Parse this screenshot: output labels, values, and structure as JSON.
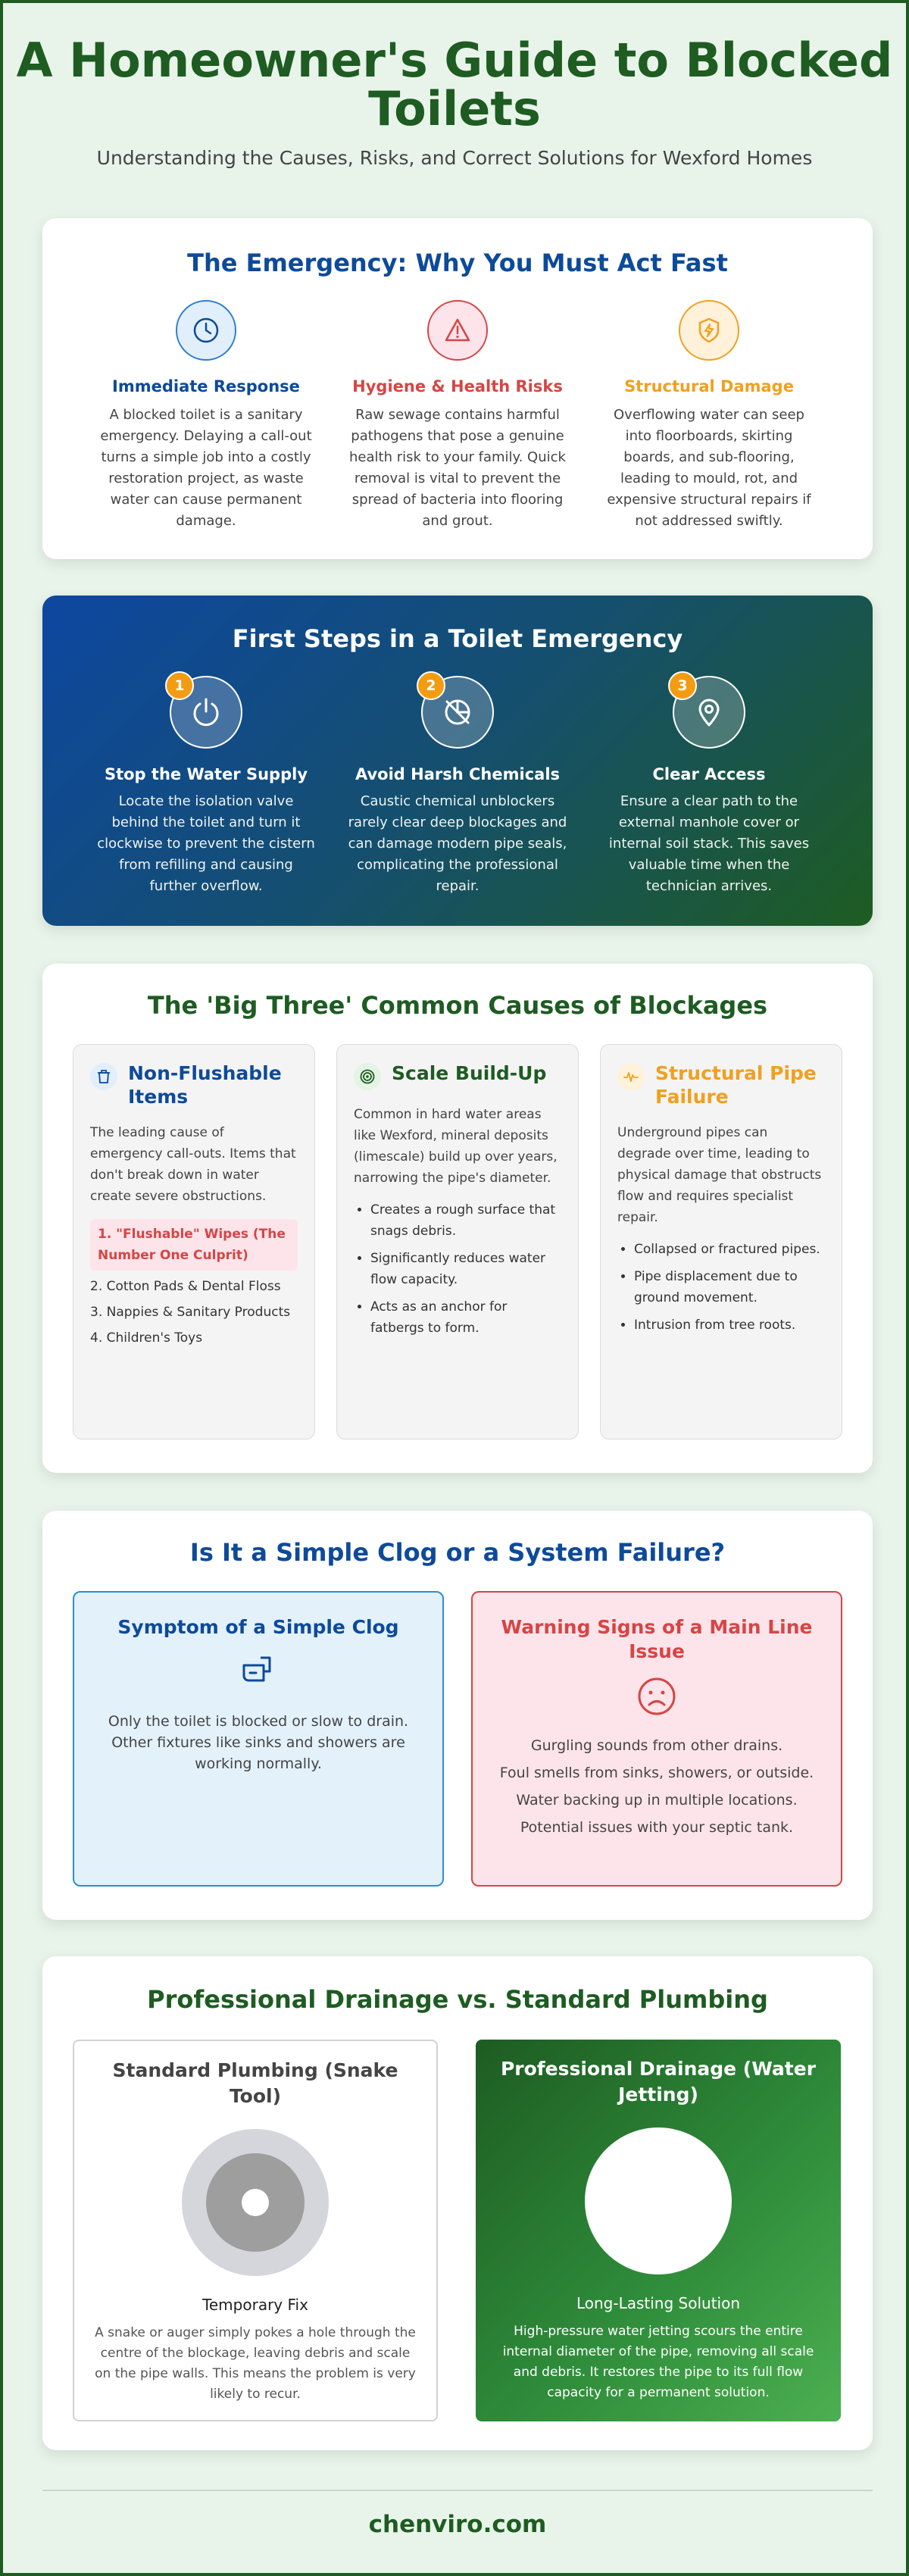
{
  "header": {
    "title": "A Homeowner's Guide to Blocked Toilets",
    "subtitle": "Understanding the Causes, Risks, and Correct Solutions for Wexford Homes"
  },
  "emergency": {
    "title": "The Emergency: Why You Must Act Fast",
    "items": [
      {
        "icon": "clock-icon",
        "heading": "Immediate Response",
        "text": "A blocked toilet is a sanitary emergency. Delaying a call-out turns a simple job into a costly restoration project, as waste water can cause permanent damage.",
        "color": "#0d4a9a"
      },
      {
        "icon": "warning-icon",
        "heading": "Hygiene & Health Risks",
        "text": "Raw sewage contains harmful pathogens that pose a genuine health risk to your family. Quick removal is vital to prevent the spread of bacteria into flooring and grout.",
        "color": "#d64545"
      },
      {
        "icon": "shield-icon",
        "heading": "Structural Damage",
        "text": "Overflowing water can seep into floorboards, skirting boards, and sub-flooring, leading to mould, rot, and expensive structural repairs if not addressed swiftly.",
        "color": "#f0a020"
      }
    ]
  },
  "first_steps": {
    "title": "First Steps in a Toilet Emergency",
    "steps": [
      {
        "num": "1",
        "icon": "power-icon",
        "heading": "Stop the Water Supply",
        "text": "Locate the isolation valve behind the toilet and turn it clockwise to prevent the cistern from refilling and causing further overflow."
      },
      {
        "num": "2",
        "icon": "no-chemicals-icon",
        "heading": "Avoid Harsh Chemicals",
        "text": "Caustic chemical unblockers rarely clear deep blockages and can damage modern pipe seals, complicating the professional repair."
      },
      {
        "num": "3",
        "icon": "location-pin-icon",
        "heading": "Clear Access",
        "text": "Ensure a clear path to the external manhole cover or internal soil stack. This saves valuable time when the technician arrives."
      }
    ]
  },
  "causes": {
    "title": "The 'Big Three' Common Causes of Blockages",
    "panels": [
      {
        "icon": "bin-icon",
        "title": "Non-Flushable Items",
        "color": "#0d4a9a",
        "text": "The leading cause of emergency call-outs. Items that don't break down in water create severe obstructions.",
        "highlight": "1. \"Flushable\" Wipes (The Number One Culprit)",
        "list": [
          "2. Cotton Pads & Dental Floss",
          "3. Nappies & Sanitary Products",
          "4. Children's Toys"
        ]
      },
      {
        "icon": "target-icon",
        "title": "Scale Build-Up",
        "color": "#1e5c22",
        "text": "Common in hard water areas like Wexford, mineral deposits (limescale) build up over years, narrowing the pipe's diameter.",
        "bullets": [
          "Creates a rough surface that snags debris.",
          "Significantly reduces water flow capacity.",
          "Acts as an anchor for fatbergs to form."
        ]
      },
      {
        "icon": "pulse-icon",
        "title": "Structural Pipe Failure",
        "color": "#f0a020",
        "text": "Underground pipes can degrade over time, leading to physical damage that obstructs flow and requires specialist repair.",
        "bullets": [
          "Collapsed or fractured pipes.",
          "Pipe displacement due to ground movement.",
          "Intrusion from tree roots."
        ]
      }
    ]
  },
  "diagnosis": {
    "title": "Is It a Simple Clog or a System Failure?",
    "simple": {
      "title": "Symptom of a Simple Clog",
      "icon": "sink-icon",
      "text": "Only the toilet is blocked or slow to drain. Other fixtures like sinks and showers are working normally."
    },
    "system": {
      "title": "Warning Signs of a Main Line Issue",
      "icon": "sad-face-icon",
      "signs": [
        "Gurgling sounds from other drains.",
        "Foul smells from sinks, showers, or outside.",
        "Water backing up in multiple locations.",
        "Potential issues with your septic tank."
      ]
    }
  },
  "comparison": {
    "title": "Professional Drainage vs. Standard Plumbing",
    "standard": {
      "title": "Standard Plumbing (Snake Tool)",
      "label": "Temporary Fix",
      "text": "A snake or auger simply pokes a hole through the centre of the blockage, leaving debris and scale on the pipe walls. This means the problem is very likely to recur."
    },
    "professional": {
      "title": "Professional Drainage (Water Jetting)",
      "label": "Long-Lasting Solution",
      "text": "High-pressure water jetting scours the entire internal diameter of the pipe, removing all scale and debris. It restores the pipe to its full flow capacity for a permanent solution."
    }
  },
  "footer": {
    "site": "chenviro.com"
  },
  "colors": {
    "green": "#1e5c22",
    "blue": "#0d4a9a",
    "red": "#d64545",
    "orange": "#f0a020",
    "background": "#e8f4ea"
  }
}
